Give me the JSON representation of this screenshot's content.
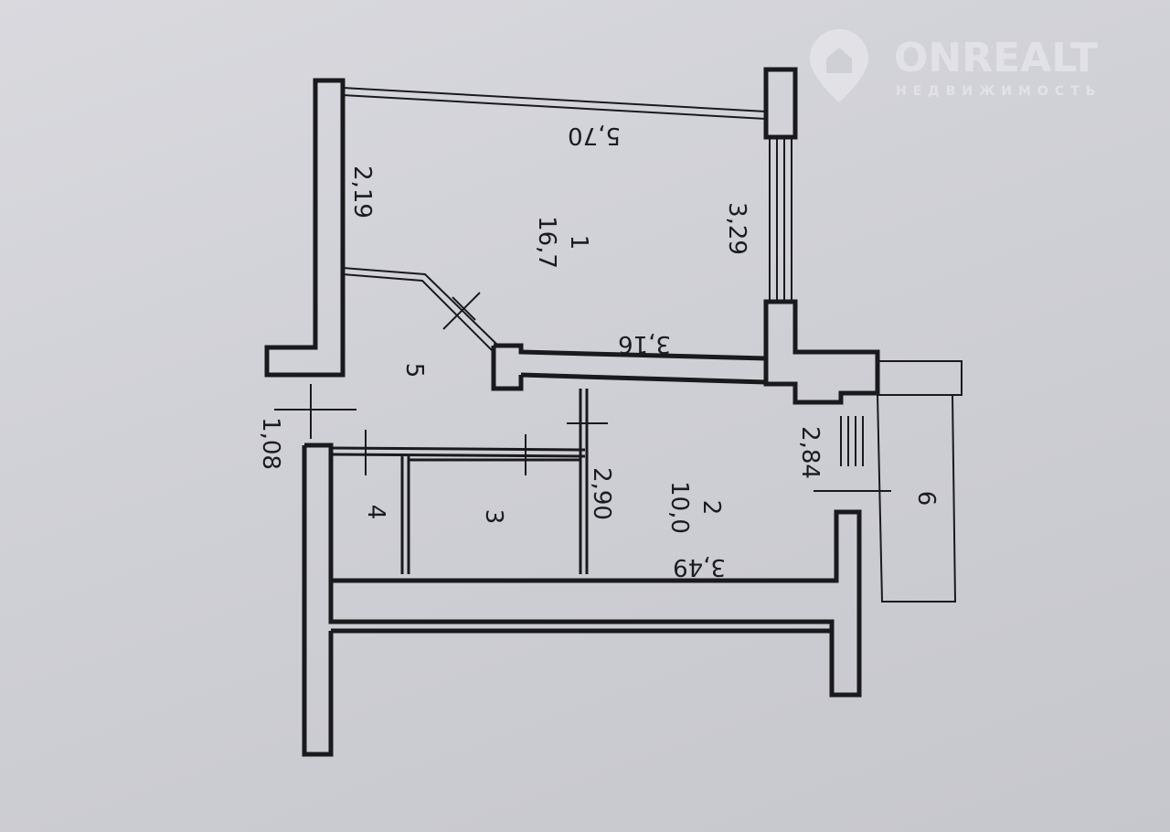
{
  "watermark": {
    "brand": "ONREALT",
    "tagline": "НЕДВИЖИМОСТЬ"
  },
  "plan": {
    "rooms": [
      {
        "number": "1",
        "area": "16,7"
      },
      {
        "number": "2",
        "area": "10,0"
      },
      {
        "number": "3"
      },
      {
        "number": "4"
      },
      {
        "number": "5"
      },
      {
        "number": "6"
      }
    ],
    "dimensions": {
      "room1_width": "5,70",
      "room1_left": "2,19",
      "room1_right": "3,29",
      "room1_bottom": "3,16",
      "entrance": "1,08",
      "room2_left": "2,90",
      "room2_bottom": "3,49",
      "balcony_door": "2,84"
    }
  }
}
